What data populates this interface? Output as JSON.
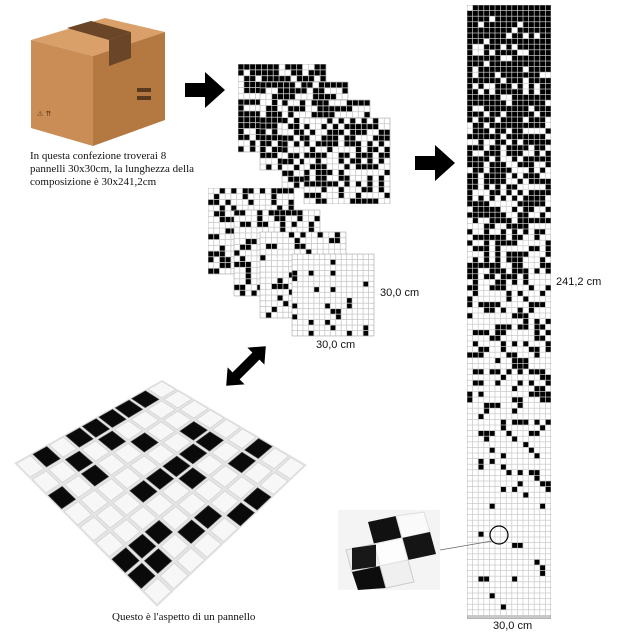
{
  "box_caption": "In questa confezione troverai 8 pannelli 30x30cm, la lunghezza della composizione è 30x241,2cm",
  "panel_caption": "Questo è l'aspetto di un pannello",
  "dimensions": {
    "panel_height": "30,0 cm",
    "panel_width": "30,0 cm",
    "strip_height": "241,2 cm",
    "strip_width": "30,0 cm"
  },
  "colors": {
    "tile_dark": "#000000",
    "tile_light": "#ffffff",
    "grout": "#c8c8c8",
    "box": "#c98d55",
    "box_tape": "#6b4527",
    "arrow": "#000000"
  },
  "panel_count": 8
}
